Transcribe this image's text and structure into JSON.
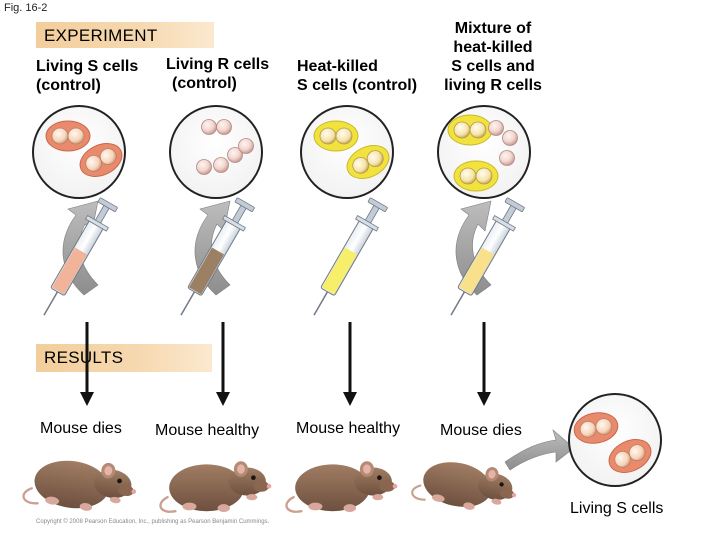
{
  "figure": {
    "label": "Fig. 16-2"
  },
  "sections": {
    "experiment": "EXPERIMENT",
    "results": "RESULTS"
  },
  "columns": [
    {
      "heading_lines": [
        "Living S cells",
        "(control)"
      ],
      "result": "Mouse dies",
      "syringe_fill": "#f2b39b",
      "cells": "living-S"
    },
    {
      "heading_lines": [
        "Living R cells",
        "(control)"
      ],
      "result": "Mouse healthy",
      "syringe_fill": "#9c8064",
      "cells": "living-R"
    },
    {
      "heading_lines": [
        "Heat-killed",
        "S cells (control)"
      ],
      "result": "Mouse healthy",
      "syringe_fill": "#f7ee6a",
      "cells": "heat-killed-S"
    },
    {
      "heading_lines": [
        "Mixture of",
        "heat-killed",
        "S cells and",
        "living R cells"
      ],
      "result": "Mouse dies",
      "syringe_fill": "#f9e08a",
      "cells": "mixture"
    }
  ],
  "recovered": {
    "label": "Living S cells"
  },
  "copyright": "Copyright © 2008 Pearson Education, Inc., publishing as Pearson Benjamin Cummings.",
  "colors": {
    "living_s_capsule": "#e9886a",
    "heat_killed_capsule": "#f2e04a",
    "r_cell": "#d9b4b2",
    "banner": "#f4d2a6",
    "curved_arrow": "#a9a9a9",
    "mouse": "#8c6a55"
  }
}
